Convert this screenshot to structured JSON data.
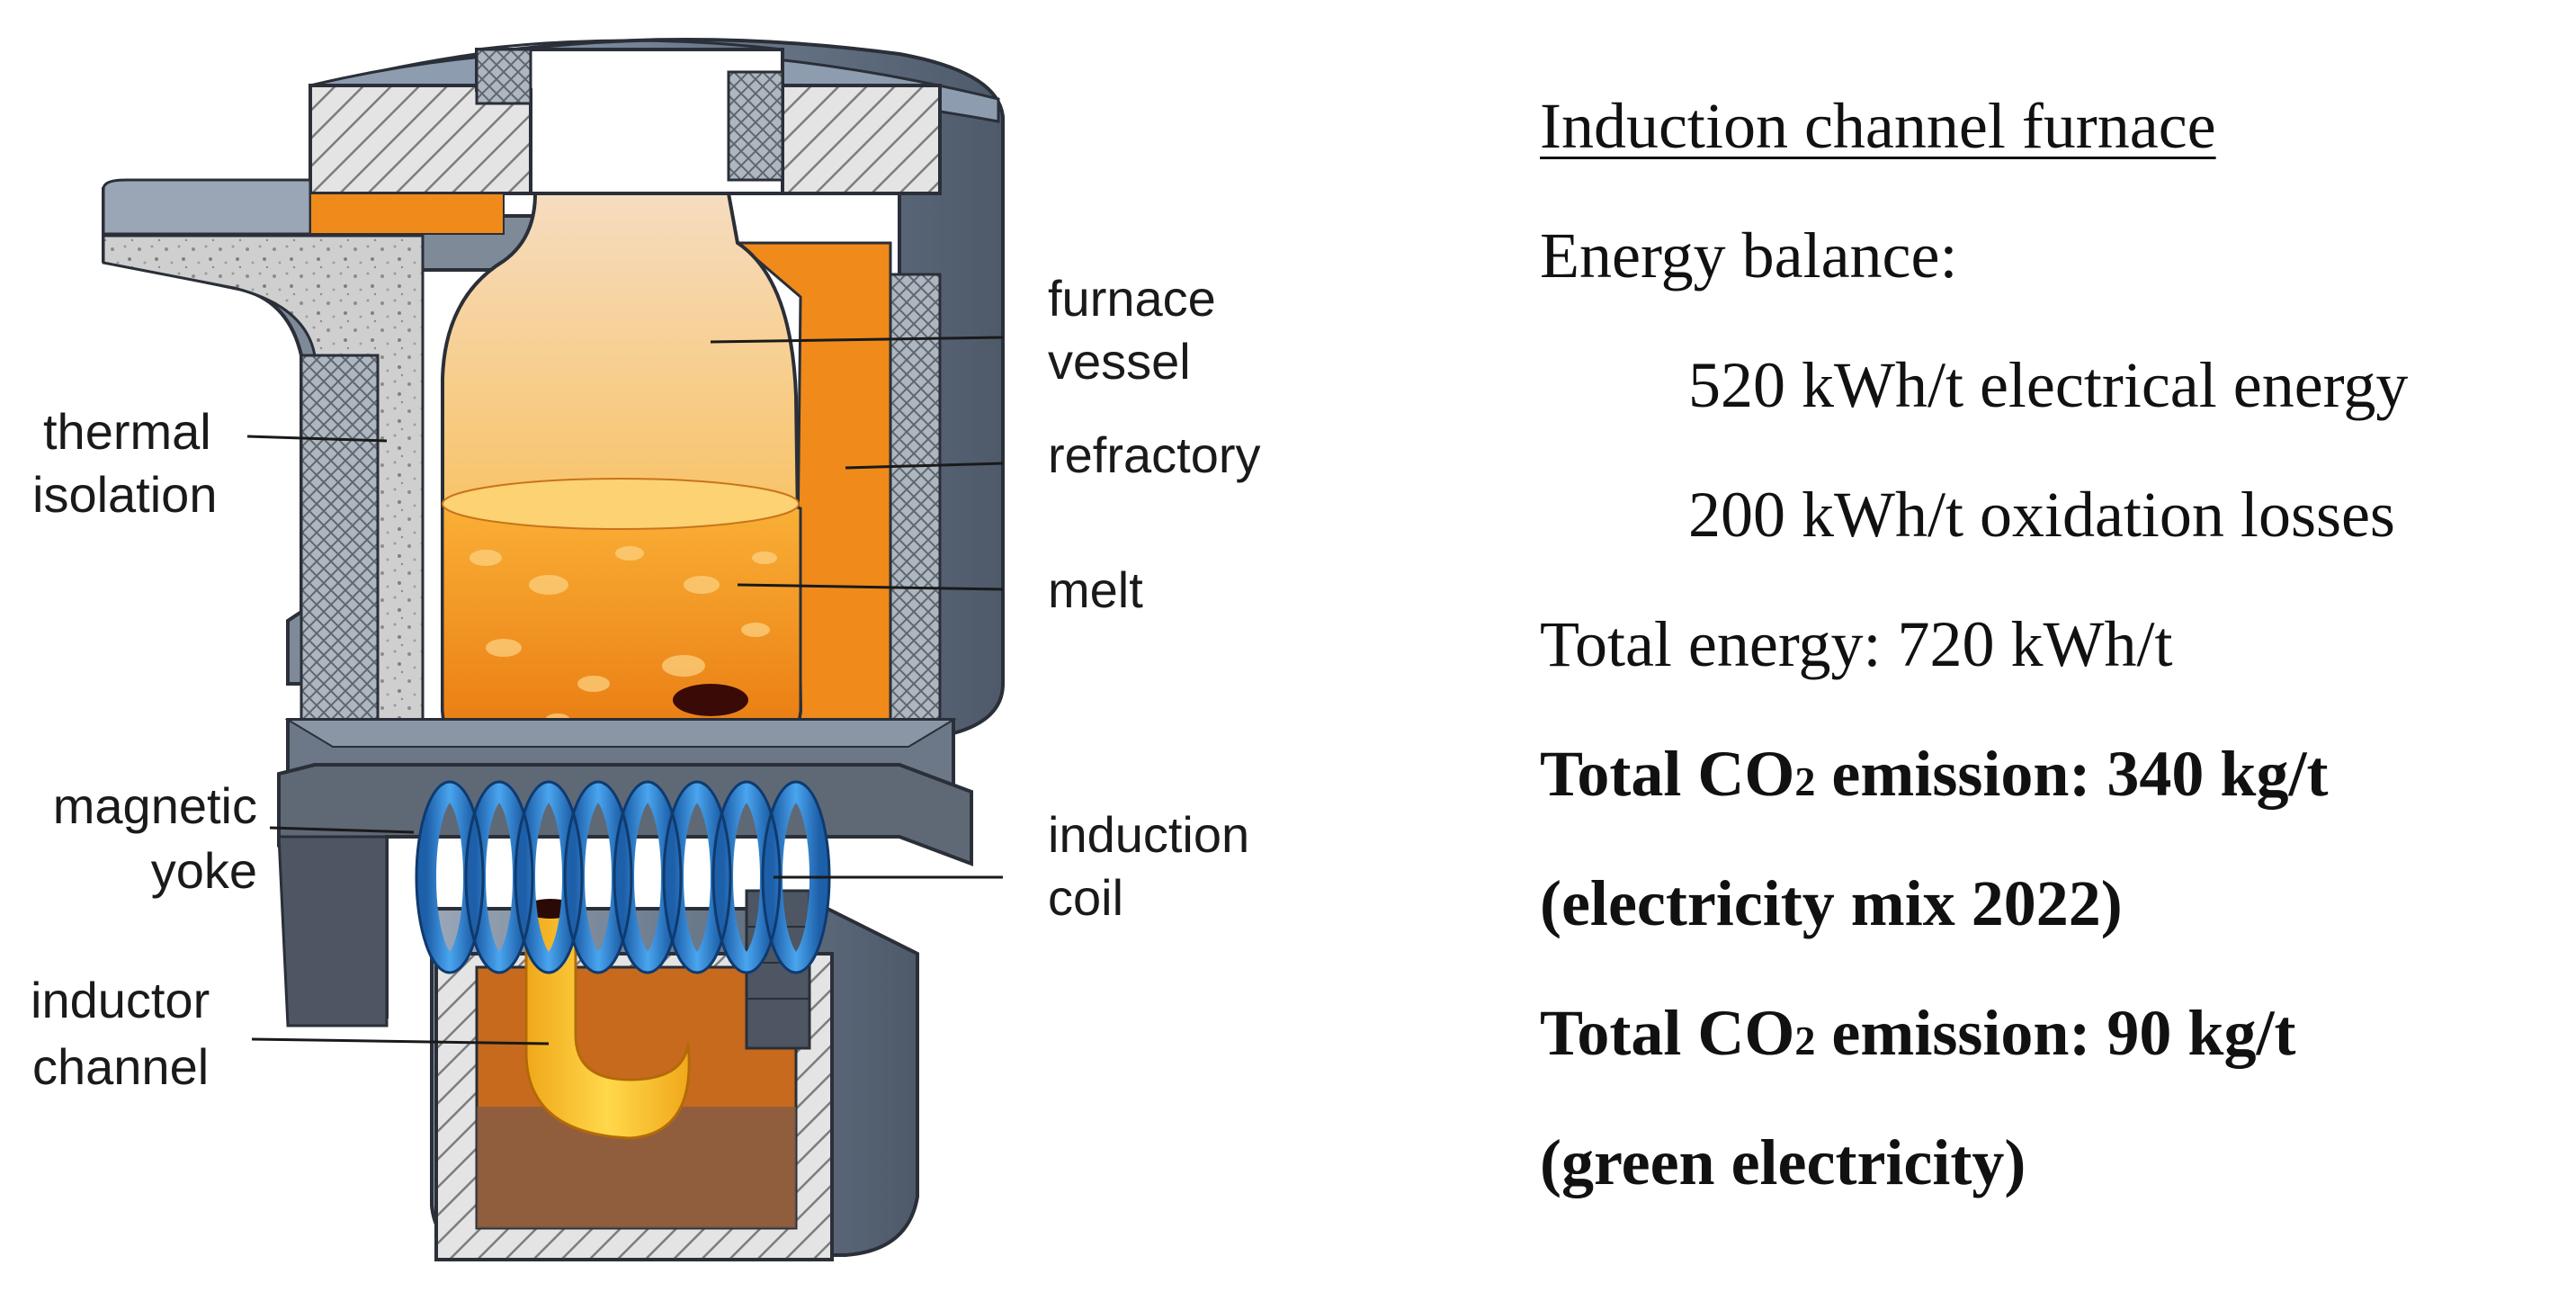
{
  "diagram": {
    "labels": {
      "furnace_vessel_l1": "furnace",
      "furnace_vessel_l2": "vessel",
      "refractory": "refractory",
      "melt": "melt",
      "thermal_isolation_l1": "thermal",
      "thermal_isolation_l2": "isolation",
      "magnetic_yoke_l1": "magnetic",
      "magnetic_yoke_l2": "yoke",
      "inductor_channel_l1": "inductor",
      "inductor_channel_l2": "channel",
      "induction_coil_l1": "induction",
      "induction_coil_l2": "coil"
    },
    "colors": {
      "steel_shell": "#7a8aa0",
      "melt_orange": "#f59a1e",
      "refractory_orange": "#f08a1a",
      "coil_blue": "#2a7fd4",
      "insulation_gray": "#c9c9c9"
    }
  },
  "text": {
    "title": "Induction channel furnace",
    "energy_balance": "Energy balance:",
    "electrical": "520 kWh/t electrical energy",
    "oxidation": "200 kWh/t oxidation losses",
    "total_energy": "Total energy: 720 kWh/t",
    "co2_line1_pre": "Total CO",
    "co2_sub": "2",
    "co2_line1_post": " emission: 340 kg/t",
    "co2_line1_note": "(electricity mix 2022)",
    "co2_line2_pre": "Total CO",
    "co2_line2_post": " emission: 90 kg/t",
    "co2_line2_note": "(green electricity)"
  }
}
